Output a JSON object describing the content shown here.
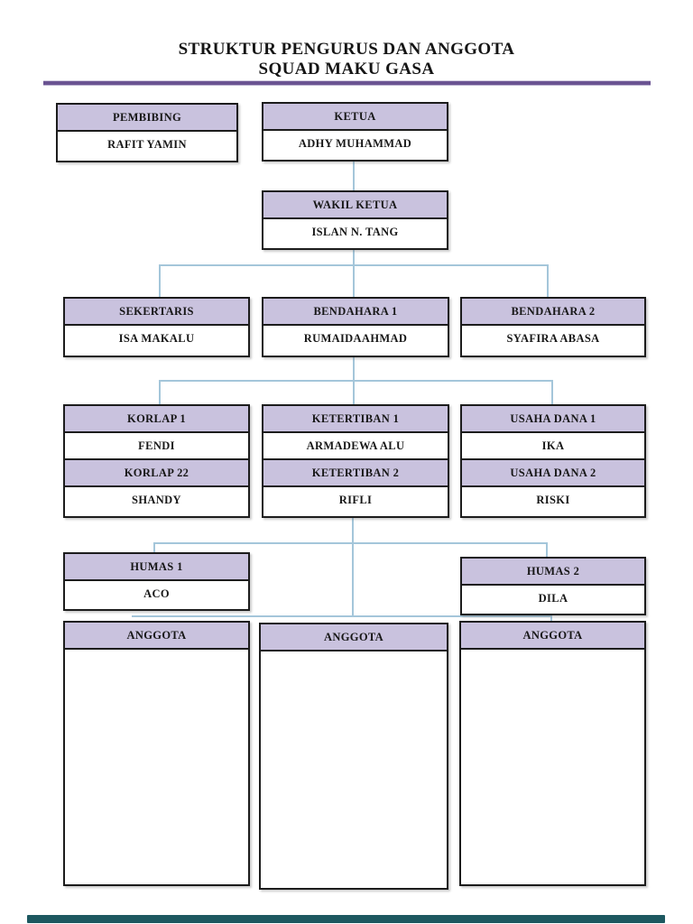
{
  "title": {
    "line1": "STRUKTUR PENGURUS DAN ANGGOTA",
    "line2": "SQUAD MAKU GASA"
  },
  "colors": {
    "text": "#171717",
    "box_border": "#1c1c1c",
    "header_fill": "#c9c2de",
    "connector": "#a4c6da",
    "title_rule": "#6a5392",
    "footer_bar": "#1d5860"
  },
  "nodes": {
    "pembibing": {
      "title": "PEMBIBING",
      "name": "RAFIT YAMIN"
    },
    "ketua": {
      "title": "KETUA",
      "name": "ADHY MUHAMMAD"
    },
    "wakil_ketua": {
      "title": "WAKIL KETUA",
      "name": "ISLAN N. TANG"
    },
    "sekertaris": {
      "title": "SEKERTARIS",
      "name": "ISA MAKALU"
    },
    "bendahara_1": {
      "title": "BENDAHARA 1",
      "name": "RUMAIDAAHMAD"
    },
    "bendahara_2": {
      "title": "BENDAHARA 2",
      "name": "SYAFIRA ABASA"
    },
    "korlap_1": {
      "title": "KORLAP 1",
      "name": "FENDI"
    },
    "korlap_2": {
      "title": "KORLAP 22",
      "name": "SHANDY"
    },
    "ketertiban_1": {
      "title": "KETERTIBAN 1",
      "name": "ARMADEWA ALU"
    },
    "ketertiban_2": {
      "title": "KETERTIBAN 2",
      "name": "RIFLI"
    },
    "usaha_dana_1": {
      "title": "USAHA DANA 1",
      "name": "IKA"
    },
    "usaha_dana_2": {
      "title": "USAHA DANA 2",
      "name": "RISKI"
    },
    "humas_1": {
      "title": "HUMAS 1",
      "name": "ACO"
    },
    "humas_2": {
      "title": "HUMAS 2",
      "name": "DILA"
    },
    "anggota_1": {
      "title": "ANGGOTA"
    },
    "anggota_2": {
      "title": "ANGGOTA"
    },
    "anggota_3": {
      "title": "ANGGOTA"
    }
  }
}
